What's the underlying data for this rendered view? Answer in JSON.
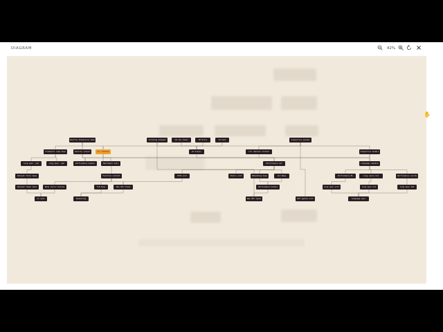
{
  "header": {
    "title": "DIAGRAM",
    "zoom_out_icon": "zoom-out-icon",
    "zoom_level": "42%",
    "zoom_in_icon": "zoom-in-icon",
    "reset_icon": "rotate-icon",
    "close_icon": "close-icon"
  },
  "nodes": [
    "Quality dimensions data",
    "Framework comp base",
    "Quality output",
    "Src dataset",
    "Long spec. pub",
    "Long spec. pub",
    "Performance models",
    "Benchmark test",
    "Dataset final base",
    "Function content",
    "Dataset token base",
    "Body cells routine",
    "TLM base",
    "New API Class",
    "CI sets",
    "Reasoning",
    "Incoming dataset",
    "CR new token",
    "CR Extra",
    "CR test",
    "Inspection params",
    "AI helper",
    "CLI labeled content",
    "Inspection models",
    "Performance set",
    "Language capable",
    "CPSE unit",
    "Static unit",
    "Embedding base",
    "CLI Base",
    "Performance ML",
    "Long users CLI",
    "Performance coords",
    "Performance models",
    "Long spec unit",
    "Long spec CLI",
    "Long spec add",
    "New API types",
    "NOT agents unit",
    "Language spec"
  ],
  "highlighted_node": "Src dataset"
}
